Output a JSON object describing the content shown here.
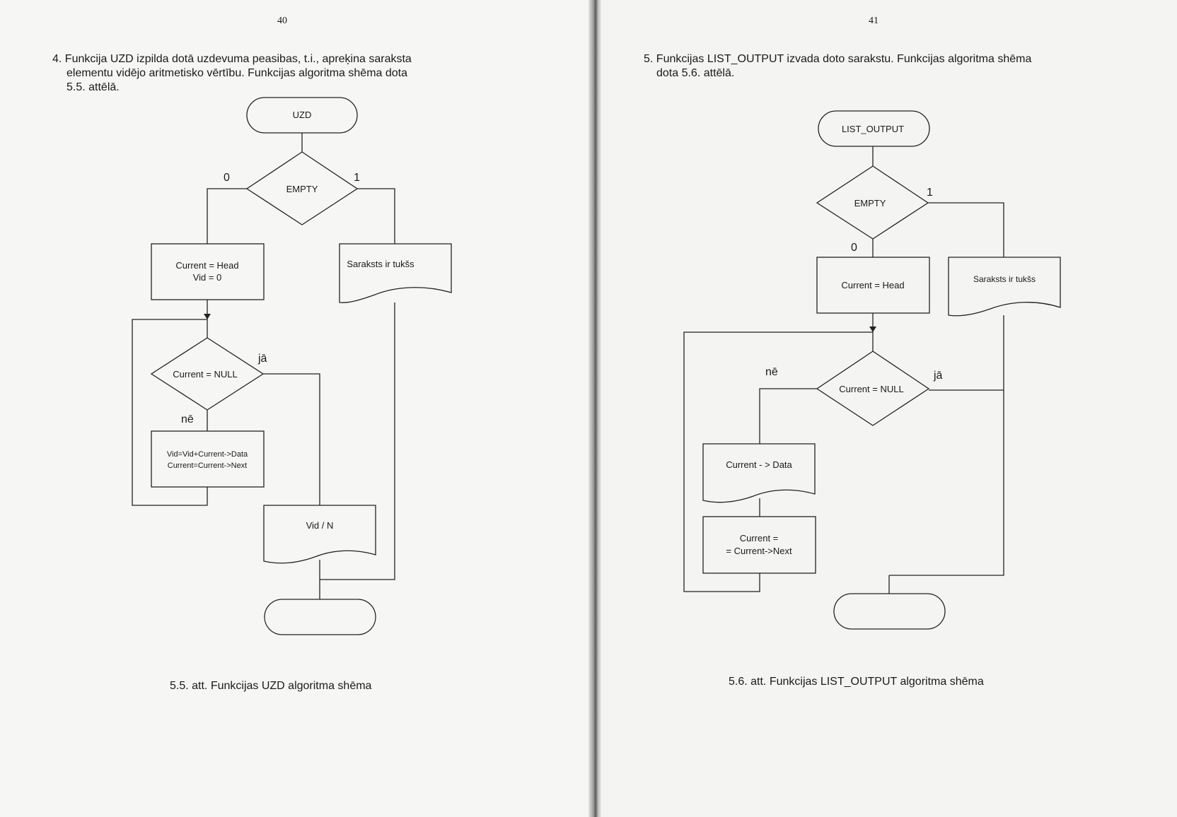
{
  "left_page": {
    "page_number": "40",
    "paragraph_lines": [
      "4. Funkcija UZD izpilda dotā uzdevuma peasibas, t.i., apreķina saraksta",
      "elementu vidējo aritmetisko vērtību. Funkcijas algoritma shēma dota",
      "5.5. attēlā."
    ],
    "diagram": {
      "start": "UZD",
      "decision_empty": "EMPTY",
      "label_0": "0",
      "label_1": "1",
      "init_line1": "Current = Head",
      "init_line2": "Vid = 0",
      "empty_doc": "Saraksts ir tukšs",
      "decision_null": "Current = NULL",
      "label_yes": "jā",
      "label_no": "nē",
      "process_line1": "Vid=Vid+Current->Data",
      "process_line2": "Current=Current->Next",
      "output_doc": "Vid / N",
      "end": ""
    },
    "caption": "5.5. att. Funkcijas UZD algoritma shēma"
  },
  "right_page": {
    "page_number": "41",
    "paragraph_lines": [
      "5. Funkcijas LIST_OUTPUT izvada doto sarakstu. Funkcijas algoritma shēma",
      "dota 5.6. attēlā."
    ],
    "diagram": {
      "start": "LIST_OUTPUT",
      "decision_empty": "EMPTY",
      "label_1": "1",
      "label_0": "0",
      "init": "Current = Head",
      "empty_doc": "Saraksts ir tukšs",
      "decision_null": "Current = NULL",
      "label_no": "nē",
      "label_yes": "jā",
      "output_doc": "Current - > Data",
      "process_line1": "Current =",
      "process_line2": "= Current->Next",
      "end": ""
    },
    "caption": "5.6. att. Funkcijas LIST_OUTPUT algoritma shēma"
  }
}
